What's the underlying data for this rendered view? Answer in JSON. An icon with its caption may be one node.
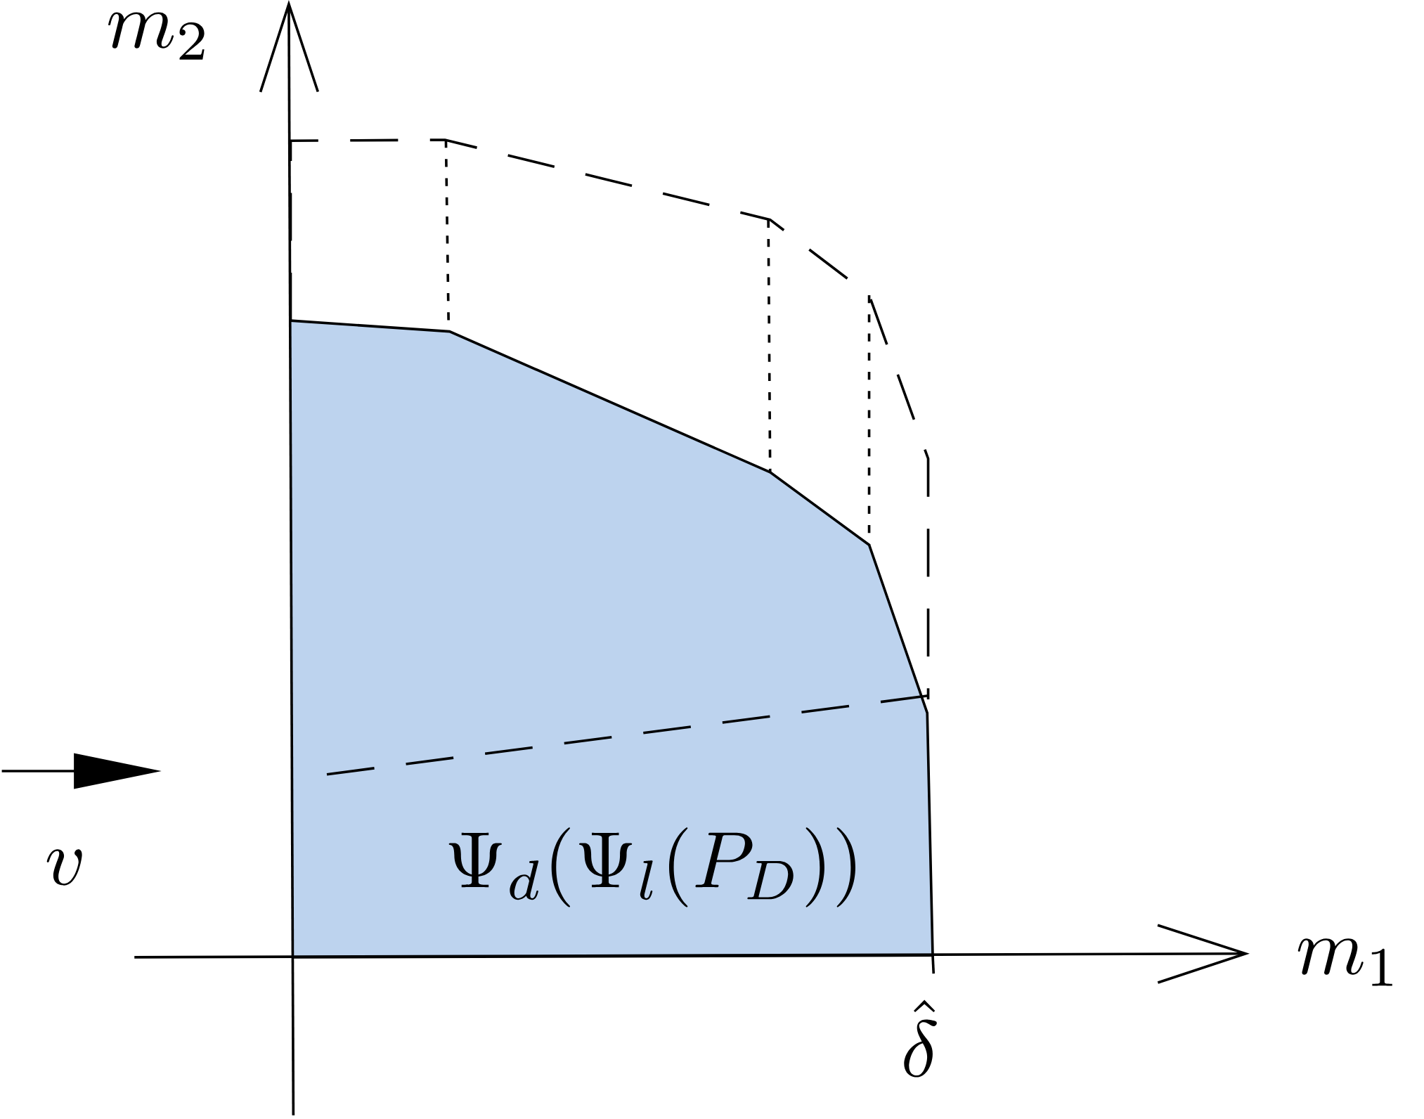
{
  "diagram": {
    "nodes": [
      {
        "text": [
          "\\Psi_d(\\Psi_l(P_D))"
        ]
      }
    ],
    "labels": [
      "m_2",
      "m_1",
      "v",
      "\\hat{\\delta}"
    ]
  }
}
